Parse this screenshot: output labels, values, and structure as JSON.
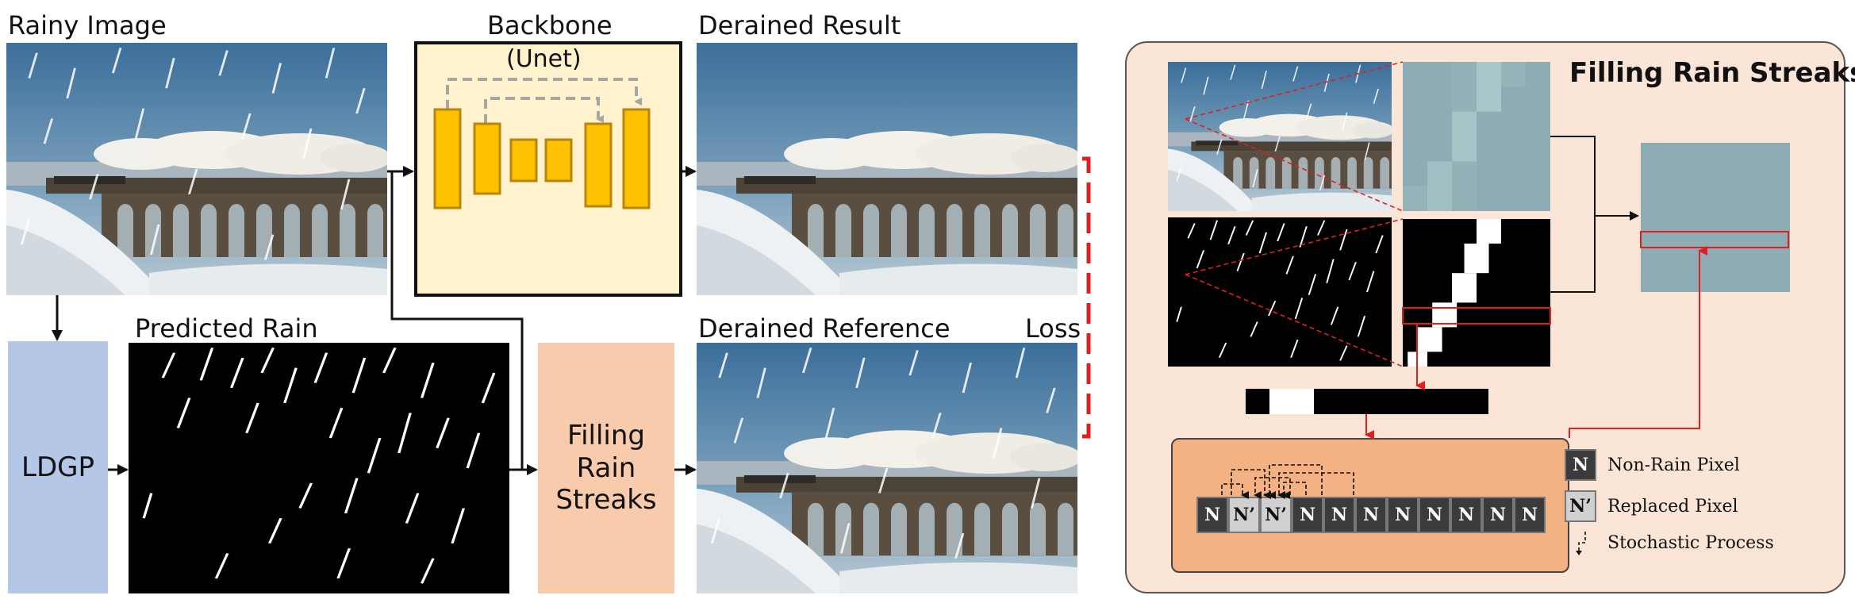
{
  "labels": {
    "rainy_image": "Rainy Image",
    "backbone": "Backbone",
    "unet": "(Unet)",
    "derained_result": "Derained Result",
    "predicted_rain": "Predicted Rain",
    "derained_reference": "Derained Reference",
    "loss": "Loss",
    "ldgp": "LDGP",
    "filling_block": "Filling\nRain\nStreaks",
    "panel_title": "Filling Rain Streaks"
  },
  "sequence": {
    "cells": [
      "N",
      "N’",
      "N’",
      "N",
      "N",
      "N",
      "N",
      "N",
      "N",
      "N",
      "N"
    ]
  },
  "legend": {
    "non_rain_symbol": "N",
    "non_rain_text": "Non-Rain Pixel",
    "replaced_symbol": "N’",
    "replaced_text": "Replaced Pixel",
    "stochastic_text": "Stochastic Process"
  },
  "colors": {
    "ldgp_fill": "#b4c7e7",
    "filling_fill": "#f8cbad",
    "backbone_fill": "#fff2cc",
    "unet_block": "#ffc000",
    "panel_fill": "#fbe5d6",
    "stochastic_fill": "#f4b183",
    "highlight_red": "#e02020",
    "patch_color": "#8eacb4"
  }
}
